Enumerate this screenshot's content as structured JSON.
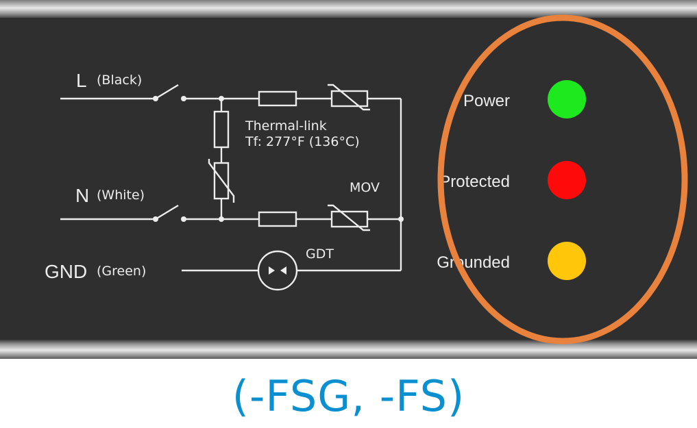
{
  "lines": {
    "l": {
      "letter": "L",
      "color": "(Black)"
    },
    "n": {
      "letter": "N",
      "color": "(White)"
    },
    "gnd": {
      "letter": "GND",
      "color": "(Green)"
    }
  },
  "components": {
    "thermal_link": "Thermal-link",
    "thermal_rating": "Tf: 277°F (136°C)",
    "mov": "MOV",
    "gdt": "GDT"
  },
  "indicators": [
    {
      "label": "Power",
      "color": "#1ee81e"
    },
    {
      "label": "Protected",
      "color": "#ff0a0a"
    },
    {
      "label": "Grounded",
      "color": "#ffc60a"
    }
  ],
  "highlight_color": "#e8823c",
  "model": "(-FSG, -FS)"
}
